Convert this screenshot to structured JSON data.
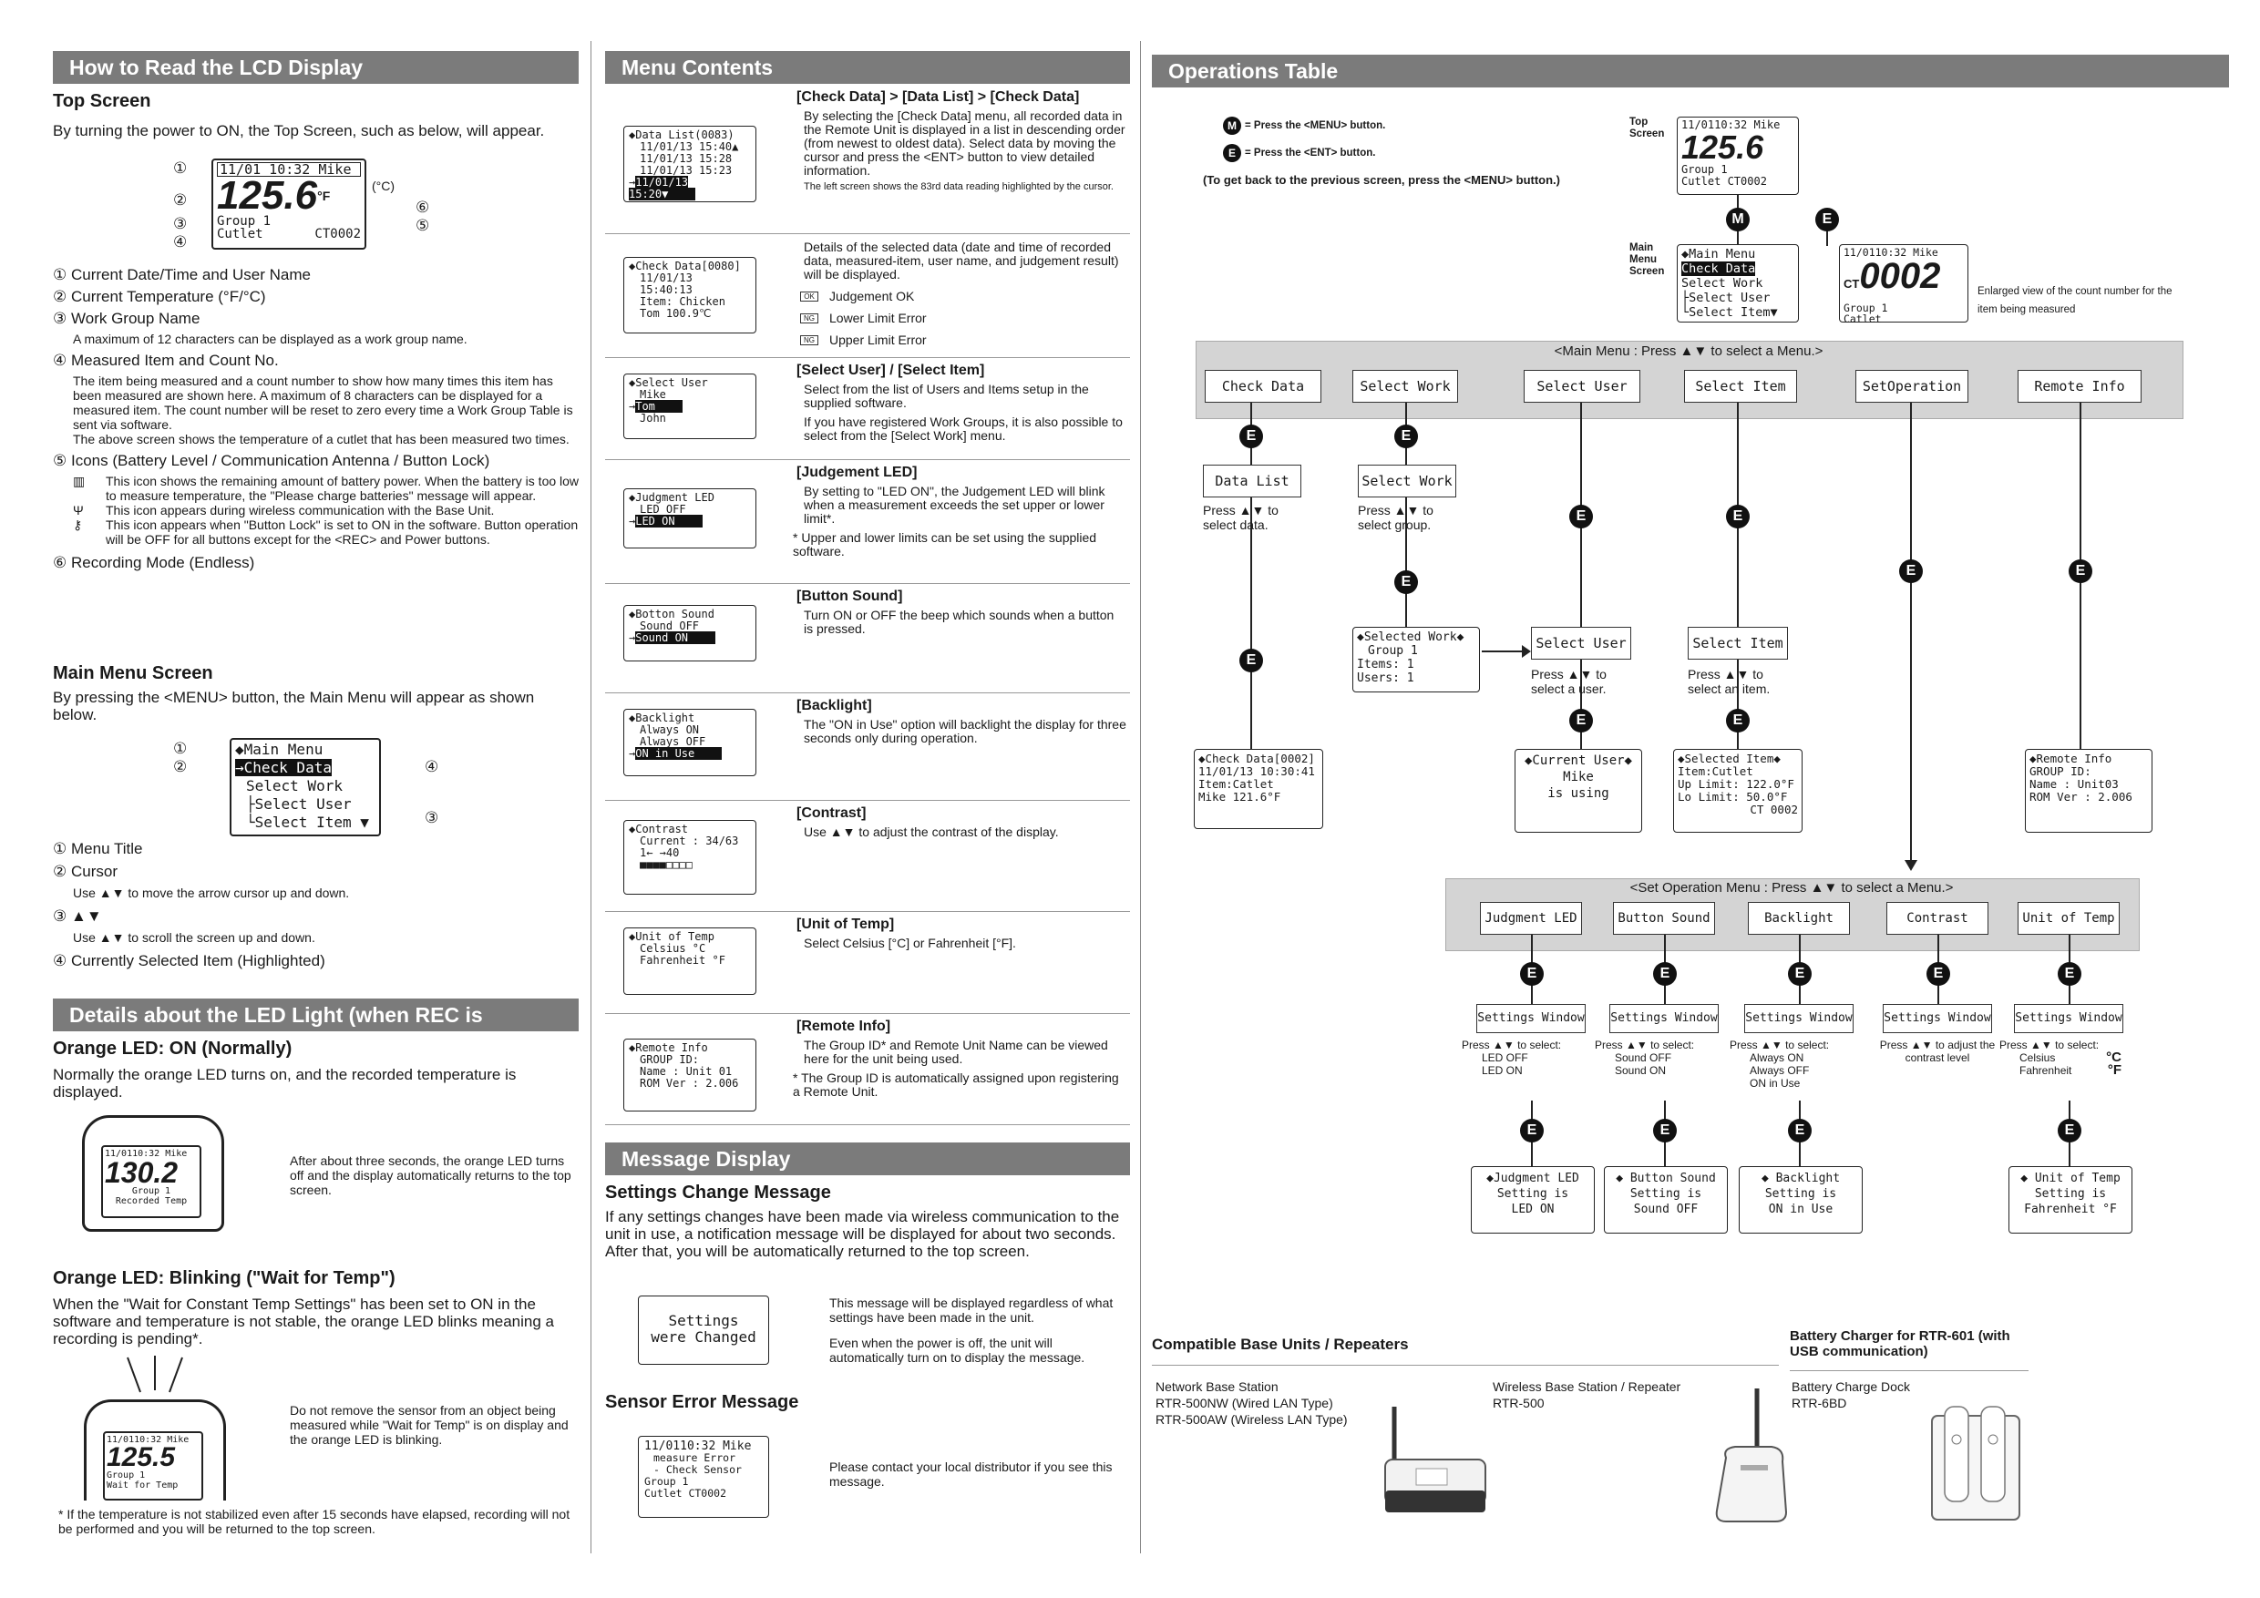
{
  "col1": {
    "header1": "How to Read the LCD Display",
    "top_screen": {
      "title": "Top Screen",
      "intro": "By turning the power to ON, the Top Screen, such as below, will appear.",
      "lcd_line1": "11/01 10:32 Mike",
      "lcd_temp": "125.6",
      "lcd_unit": "°F",
      "lcd_unit_c": "(°C)",
      "lcd_group": "Group 1",
      "lcd_item": "Cutlet",
      "lcd_ct": "CT0002",
      "callouts": [
        "①",
        "②",
        "③",
        "④",
        "⑥",
        "⑤"
      ]
    },
    "items": [
      {
        "n": "①",
        "t": "Current Date/Time and User Name"
      },
      {
        "n": "②",
        "t": "Current Temperature (°F/°C)"
      },
      {
        "n": "③",
        "t": "Work Group Name"
      }
    ],
    "group_note": "A maximum of 12 characters can be displayed as a work group name.",
    "item4": {
      "n": "④",
      "t": "Measured Item and Count No."
    },
    "item4_desc": "The item being measured and a count number to show how many times this item has been measured are shown here. A maximum of 8 characters can be displayed for a measured item. The count number will be reset to zero every time a Work Group Table is sent via software.",
    "item4_desc2": "The above screen shows the temperature of a cutlet that has been measured two times.",
    "item5": {
      "n": "⑤",
      "t": "Icons (Battery Level / Communication Antenna / Button Lock)"
    },
    "icon_battery": "This icon shows the remaining amount of battery power. When the battery is too low to measure temperature, the \"Please charge batteries\" message will appear.",
    "icon_antenna": "This icon appears during wireless communication with the Base Unit.",
    "icon_lock": "This icon appears when \"Button Lock\" is set to ON in the software. Button operation will be OFF for all buttons except for the <REC> and Power buttons.",
    "item6": {
      "n": "⑥",
      "t": "Recording Mode (Endless)"
    },
    "main_menu": {
      "title": "Main Menu Screen",
      "intro": "By pressing the <MENU> button, the Main Menu will appear as shown below.",
      "lcd": [
        "◆Main Menu",
        "→Check Data",
        "Select Work",
        "├Select User",
        "└Select Item ▼"
      ],
      "m1": {
        "n": "①",
        "t": "Menu Title"
      },
      "m2": {
        "n": "②",
        "t": "Cursor"
      },
      "m2_desc": "to move the arrow cursor up and down.",
      "m3": {
        "n": "③",
        "t": "▲▼"
      },
      "m3_desc": "to scroll the screen up and down.",
      "m4": {
        "n": "④",
        "t": "Currently Selected Item (Highlighted)"
      },
      "use": "Use"
    },
    "header2": "Details about the LED Light (when REC is pressed)",
    "led_on": {
      "title": "Orange LED: ON (Normally)",
      "desc": "Normally the orange LED turns on, and the recorded temperature is displayed.",
      "lcd_line1": "11/0110:32 Mike",
      "lcd_temp": "130.2",
      "lcd_group": "Group 1",
      "lcd_rec": "Recorded Temp",
      "note": "After about three seconds, the orange LED turns off and the display automatically returns to the top screen."
    },
    "led_blink": {
      "title": "Orange LED: Blinking (\"Wait for Temp\")",
      "desc": "When the \"Wait for Constant Temp Settings\" has been set to ON in the software and temperature is not stable, the orange LED blinks meaning a recording is pending*.",
      "lcd_line1": "11/0110:32 Mike",
      "lcd_temp": "125.5",
      "lcd_group": "Group 1",
      "lcd_wait": "Wait for Temp",
      "note": "Do not remove the sensor from an object being measured while \"Wait for Temp\" is on display and the orange LED is blinking.",
      "foot": "If the temperature is not stabilized even after 15 seconds have elapsed, recording will not be performed and you will be returned to the top screen."
    }
  },
  "col2": {
    "header": "Menu Contents",
    "rows": [
      {
        "title": "[Check Data] > [Data List] > [Check Data]",
        "desc": "By selecting the [Check Data] menu, all recorded data in the Remote Unit is displayed in a list in descending order (from newest to oldest data). Select data by moving the cursor and press the <ENT> button to view detailed information.",
        "small": "The left screen shows the 83rd data reading highlighted by the cursor.",
        "lcd": [
          "◆Data List(0083)",
          "11/01/13 15:40▲",
          "11/01/13 15:28",
          "11/01/13 15:23",
          "→11/01/13 15:20▼"
        ]
      },
      {
        "desc": "Details of the selected data (date and time of recorded data, measured-item, user name, and judgement result) will be displayed.",
        "legend": [
          "Judgement OK",
          "Lower Limit Error",
          "Upper Limit Error"
        ],
        "legend_icons": [
          "OK",
          "NG",
          "NG"
        ],
        "lcd": [
          "◆Check Data[0080]",
          "11/01/13 15:40:13",
          "Item: Chicken",
          "Tom      100.9℃"
        ]
      },
      {
        "title": "[Select User] / [Select Item]",
        "desc": "Select from the list of Users and Items setup in the supplied software.",
        "desc2": "If you have registered Work Groups, it is also possible to select from the [Select Work] menu.",
        "lcd": [
          "◆Select User",
          "Mike",
          "→Tom",
          "John"
        ]
      },
      {
        "title": "[Judgement LED]",
        "desc": "By setting to \"LED ON\", the Judgement LED will blink when a measurement exceeds the set upper or lower limit*.",
        "desc2": "Upper and lower limits can be set using the supplied software.",
        "lcd": [
          "◆Judgment LED",
          "LED OFF",
          "→LED ON"
        ]
      },
      {
        "title": "[Button Sound]",
        "desc": "Turn ON or OFF the beep which sounds when a button is pressed.",
        "lcd": [
          "◆Botton Sound",
          "Sound OFF",
          "→Sound ON"
        ]
      },
      {
        "title": "[Backlight]",
        "desc": "The \"ON in Use\" option will backlight the display for three seconds only during operation.",
        "lcd": [
          "◆Backlight",
          "Always ON",
          "Always OFF",
          "→ON in Use"
        ]
      },
      {
        "title": "[Contrast]",
        "desc": "to adjust the contrast of the display.",
        "lcd": [
          "◆Contrast",
          "Current :   34/63",
          "1←          →40",
          "■■■■□□□□"
        ]
      },
      {
        "title": "[Unit of Temp]",
        "desc": "Select Celsius [°C] or Fahrenheit [°F].",
        "lcd": [
          "◆Unit of Temp",
          "Celsius   °C",
          "Fahrenheit °F"
        ]
      },
      {
        "title": "[Remote Info]",
        "desc": "The Group ID* and Remote Unit Name can be viewed here for the unit being used.",
        "desc2": "The Group ID is automatically assigned upon registering a Remote Unit.",
        "lcd": [
          "◆Remote Info",
          "GROUP ID:",
          "Name   : Unit 01",
          "ROM Ver :  2.006"
        ]
      }
    ],
    "use": "Use",
    "msg_header": "Message Display",
    "settings_change": {
      "title": "Settings Change Message",
      "desc": "If any settings changes have been made via wireless communication to the unit in use, a notification message will be displayed for about two seconds. After that, you will be automatically returned to the top screen.",
      "lcd": [
        "Settings",
        "were Changed"
      ],
      "note1": "This message will be displayed regardless of what settings have been made in the unit.",
      "note2": "Even when the power is off, the unit will automatically turn on to display the message."
    },
    "sensor_error": {
      "title": "Sensor Error Message",
      "lcd": [
        "11/0110:32 Mike",
        "measure Error",
        "- Check Sensor",
        "Group 1",
        "Cutlet      CT0002"
      ],
      "note": "Please contact your local distributor if you see this message."
    }
  },
  "col3": {
    "header": "Operations Table",
    "legend_m": "= Press the <MENU> button.",
    "legend_e": "= Press the <ENT> button.",
    "legend_back": "(To get back to the previous screen, press the <MENU> button.)",
    "top_label": "Top Screen",
    "main_label": "Main Menu Screen",
    "top_lcd": [
      "11/0110:32 Mike",
      "125.6",
      "Group 1",
      "Cutlet    CT0002"
    ],
    "main_lcd": [
      "◆Main Menu",
      "Check Data",
      "Select Work",
      "├Select User",
      "└Select Item▼"
    ],
    "count_lcd": [
      "11/0110:32 Mike",
      "0002",
      "Group 1",
      "Catlet"
    ],
    "count_ct": "CT",
    "count_note": "Enlarged view of the count number for the item being measured",
    "main_band": "<Main Menu : Press ▲▼ to select a Menu.>",
    "menus": [
      "Check Data",
      "Select Work",
      "Select User",
      "Select Item",
      "SetOperation",
      "Remote Info"
    ],
    "data_list": "Data List",
    "data_list_note": "Press ▲▼ to select data.",
    "select_work": "Select Work",
    "select_work_note": "Press ▲▼ to select group.",
    "selected_work_lcd": [
      "◆Selected Work◆",
      "Group 1",
      "Items:       1",
      "Users:       1"
    ],
    "select_user": "Select User",
    "select_user_note": "Press ▲▼ to select a user.",
    "select_item": "Select Item",
    "select_item_note": "Press ▲▼ to select an item.",
    "check_data_lcd": [
      "◆Check Data[0002]",
      "11/01/13 10:30:41",
      "Item:Catlet",
      "Mike     121.6°F"
    ],
    "current_user_lcd": [
      "◆Current User◆",
      "Mike",
      "is using"
    ],
    "selected_item_lcd": [
      "◆Selected Item◆",
      "Item:Cutlet",
      "Up Limit: 122.0°F",
      "Lo Limit:  50.0°F",
      "CT 0002"
    ],
    "remote_info_lcd": [
      "◆Remote Info",
      "GROUP ID:",
      "Name    : Unit03",
      "ROM Ver :  2.006"
    ],
    "set_band": "<Set Operation Menu : Press ▲▼ to select a Menu.>",
    "set_menus": [
      "Judgment LED",
      "Button Sound",
      "Backlight",
      "Contrast",
      "Unit of Temp"
    ],
    "settings_window": "Settings Window",
    "press_select": "Press ▲▼ to select:",
    "opts_led": [
      "LED OFF",
      "LED ON"
    ],
    "opts_sound": [
      "Sound OFF",
      "Sound ON"
    ],
    "opts_back": [
      "Always ON",
      "Always OFF",
      "ON in Use"
    ],
    "opts_contrast": "Press ▲▼ to adjust the contrast level",
    "opts_unit": [
      "Celsius",
      "Fahrenheit"
    ],
    "opts_unit_sym": [
      "°C",
      "°F"
    ],
    "results": [
      [
        "◆Judgment LED",
        "Setting is",
        "LED ON"
      ],
      [
        "◆ Button Sound",
        "Setting is",
        "Sound OFF"
      ],
      [
        "◆ Backlight",
        "Setting is",
        "ON in Use"
      ],
      [
        "◆ Unit of Temp",
        "Setting is",
        "Fahrenheit °F"
      ]
    ],
    "compat_title": "Compatible Base Units / Repeaters",
    "network_base": "Network Base Station",
    "network_models": [
      "RTR-500NW (Wired LAN Type)",
      "RTR-500AW (Wireless LAN Type)"
    ],
    "wireless_base": "Wireless Base Station / Repeater",
    "wireless_model": "RTR-500",
    "charger_title": "Battery Charger for RTR-601 (with USB communication)",
    "charger_name": "Battery Charge Dock",
    "charger_model": "RTR-6BD",
    "letter_m": "M",
    "letter_e": "E"
  }
}
